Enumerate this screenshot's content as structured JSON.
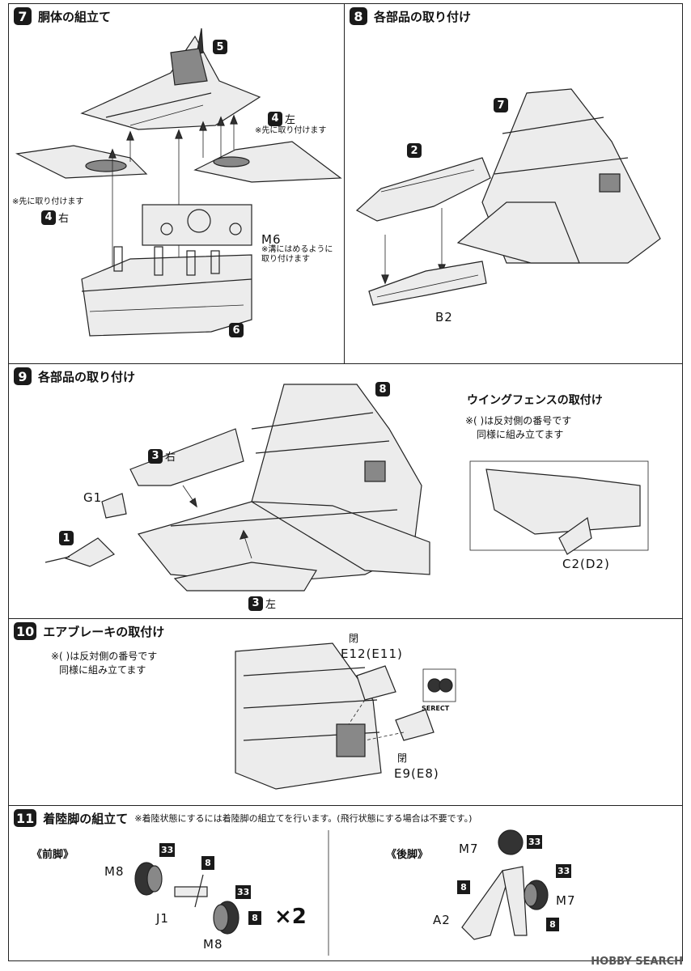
{
  "steps": {
    "s7": {
      "num": "7",
      "title": "胴体の組立て"
    },
    "s8": {
      "num": "8",
      "title": "各部品の取り付け"
    },
    "s9": {
      "num": "9",
      "title": "各部品の取り付け"
    },
    "s10": {
      "num": "10",
      "title": "エアブレーキの取付け"
    },
    "s11": {
      "num": "11",
      "title": "着陸脚の組立て",
      "subtitle": "※着陸状態にするには着陸脚の組立てを行います。(飛行状態にする場合は不要です。)"
    }
  },
  "step7": {
    "part5": "5",
    "part4_left": {
      "num": "4",
      "side": "左",
      "note": "※先に取り付けます"
    },
    "part4_right": {
      "num": "4",
      "side": "右",
      "note": "※先に取り付けます"
    },
    "m6": {
      "label": "M6",
      "note_line1": "※溝にはめるように",
      "note_line2": "取り付けます"
    },
    "part6": "6"
  },
  "step8": {
    "part7": "7",
    "part2": "2",
    "b2": "B2"
  },
  "step9": {
    "part8": "8",
    "part3_right": {
      "num": "3",
      "side": "右"
    },
    "part3_left": {
      "num": "3",
      "side": "左"
    },
    "g1": "G1",
    "part1": "1",
    "fence_title": "ウイングフェンスの取付け",
    "fence_note_line1": "※( )は反対側の番号です",
    "fence_note_line2": "同様に組み立てます",
    "c2": "C2(D2)"
  },
  "step10": {
    "note_line1": "※( )は反対側の番号です",
    "note_line2": "同様に組み立てます",
    "closed_top": "閉",
    "e12": "E12(E11)",
    "select_logo": "SERECT",
    "closed_bottom": "閉",
    "e9": "E9(E8)"
  },
  "step11": {
    "front_title": "《前脚》",
    "rear_title": "《後脚》",
    "m8_top": "M8",
    "m8_bottom": "M8",
    "j1": "J1",
    "times": "×2",
    "tag33": "33",
    "tag8": "8",
    "m7_top": "M7",
    "m7_right": "M7",
    "a2": "A2"
  },
  "watermark": "HOBBY SEARCH"
}
